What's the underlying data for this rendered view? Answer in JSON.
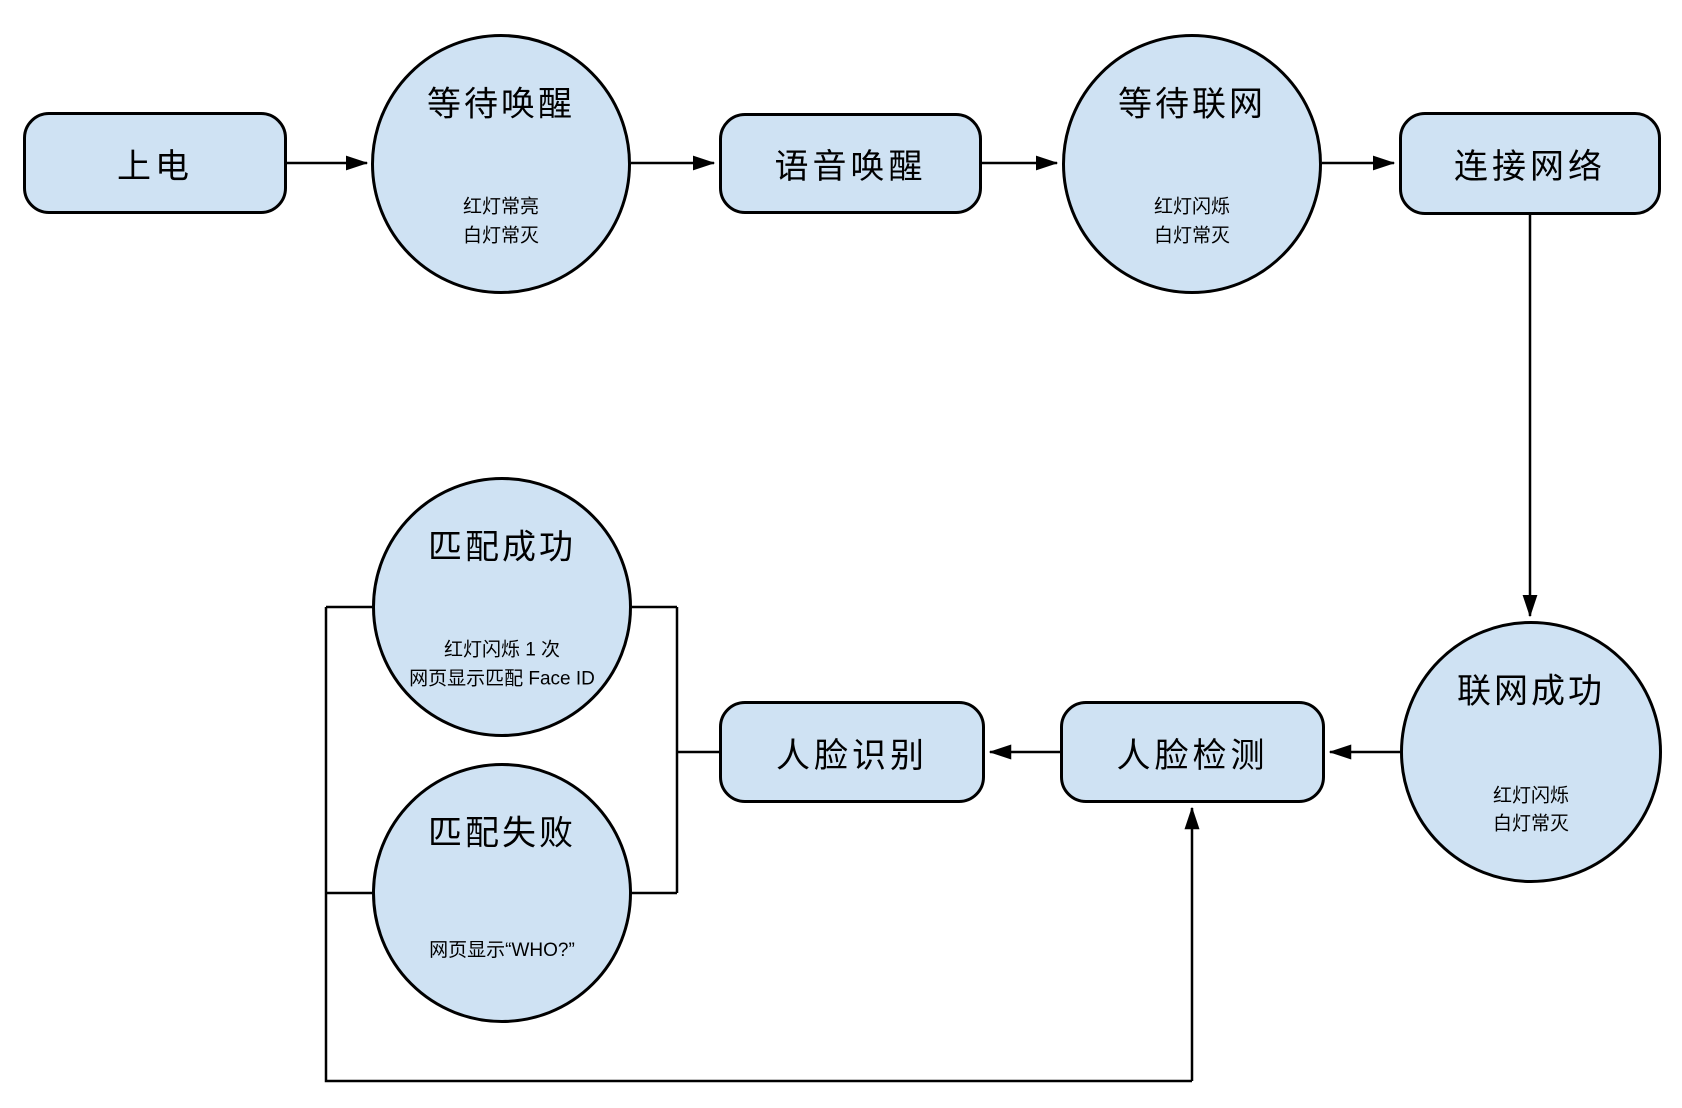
{
  "diagram": {
    "type": "flowchart",
    "colors": {
      "node_fill": "#cfe2f3",
      "node_border": "#000000",
      "connector": "#000000"
    },
    "nodes": {
      "power_on": {
        "shape": "rounded-rect",
        "label": "上电"
      },
      "wait_wake": {
        "shape": "circle",
        "label": "等待唤醒",
        "status": [
          "红灯常亮",
          "白灯常灭"
        ]
      },
      "voice_wake": {
        "shape": "rounded-rect",
        "label": "语音唤醒"
      },
      "wait_network": {
        "shape": "circle",
        "label": "等待联网",
        "status": [
          "红灯闪烁",
          "白灯常灭"
        ]
      },
      "connect_network": {
        "shape": "rounded-rect",
        "label": "连接网络"
      },
      "network_success": {
        "shape": "circle",
        "label": "联网成功",
        "status": [
          "红灯闪烁",
          "白灯常灭"
        ]
      },
      "face_detect": {
        "shape": "rounded-rect",
        "label": "人脸检测"
      },
      "face_recognize": {
        "shape": "rounded-rect",
        "label": "人脸识别"
      },
      "match_success": {
        "shape": "circle",
        "label": "匹配成功",
        "status": [
          "红灯闪烁 1 次",
          "网页显示匹配 Face ID"
        ]
      },
      "match_fail": {
        "shape": "circle",
        "label": "匹配失败",
        "status": [
          "网页显示“WHO?”"
        ]
      }
    },
    "edges": [
      {
        "from": "上电",
        "to": "等待唤醒"
      },
      {
        "from": "等待唤醒",
        "to": "语音唤醒"
      },
      {
        "from": "语音唤醒",
        "to": "等待联网"
      },
      {
        "from": "等待联网",
        "to": "连接网络"
      },
      {
        "from": "连接网络",
        "to": "联网成功"
      },
      {
        "from": "联网成功",
        "to": "人脸检测"
      },
      {
        "from": "人脸检测",
        "to": "人脸识别"
      },
      {
        "from": "人脸识别",
        "to": "匹配成功"
      },
      {
        "from": "人脸识别",
        "to": "匹配失败"
      },
      {
        "from": "匹配成功",
        "to": "人脸检测"
      },
      {
        "from": "匹配失败",
        "to": "人脸检测"
      }
    ]
  }
}
